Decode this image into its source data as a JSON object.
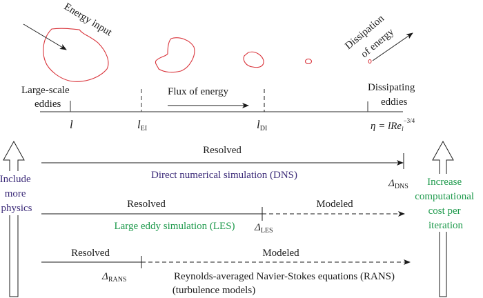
{
  "top": {
    "energy_input": "Energy input",
    "dissipation_line1": "Dissipation",
    "dissipation_line2": "of energy",
    "large_scale_line1": "Large-scale",
    "large_scale_line2": "eddies",
    "flux": "Flux of energy",
    "dissipating_line1": "Dissipating",
    "dissipating_line2": "eddies",
    "l": "l",
    "l_ei": "l",
    "l_ei_sub": "EI",
    "l_di": "l",
    "l_di_sub": "DI",
    "eta": "η = lRe",
    "eta_sub": "l",
    "eta_sup": "−3/4"
  },
  "left": {
    "lines": [
      "Include",
      "more",
      "physics"
    ]
  },
  "right": {
    "lines": [
      "Increase",
      "computational",
      "cost per",
      "iteration"
    ]
  },
  "dns": {
    "resolved": "Resolved",
    "label": "Direct numerical simulation (DNS)",
    "delta": "Δ",
    "delta_sub": "DNS"
  },
  "les": {
    "resolved": "Resolved",
    "modeled": "Modeled",
    "label": "Large eddy simulation (LES)",
    "delta": "Δ",
    "delta_sub": "LES"
  },
  "rans": {
    "resolved": "Resolved",
    "modeled": "Modeled",
    "label": "Reynolds-averaged Navier-Stokes equations (RANS)",
    "label2": "(turbulence models)",
    "delta": "Δ",
    "delta_sub": "RANS"
  },
  "colors": {
    "purple": "#3b2a78",
    "green": "#1e9a4c",
    "eddy": "#d9333a"
  }
}
